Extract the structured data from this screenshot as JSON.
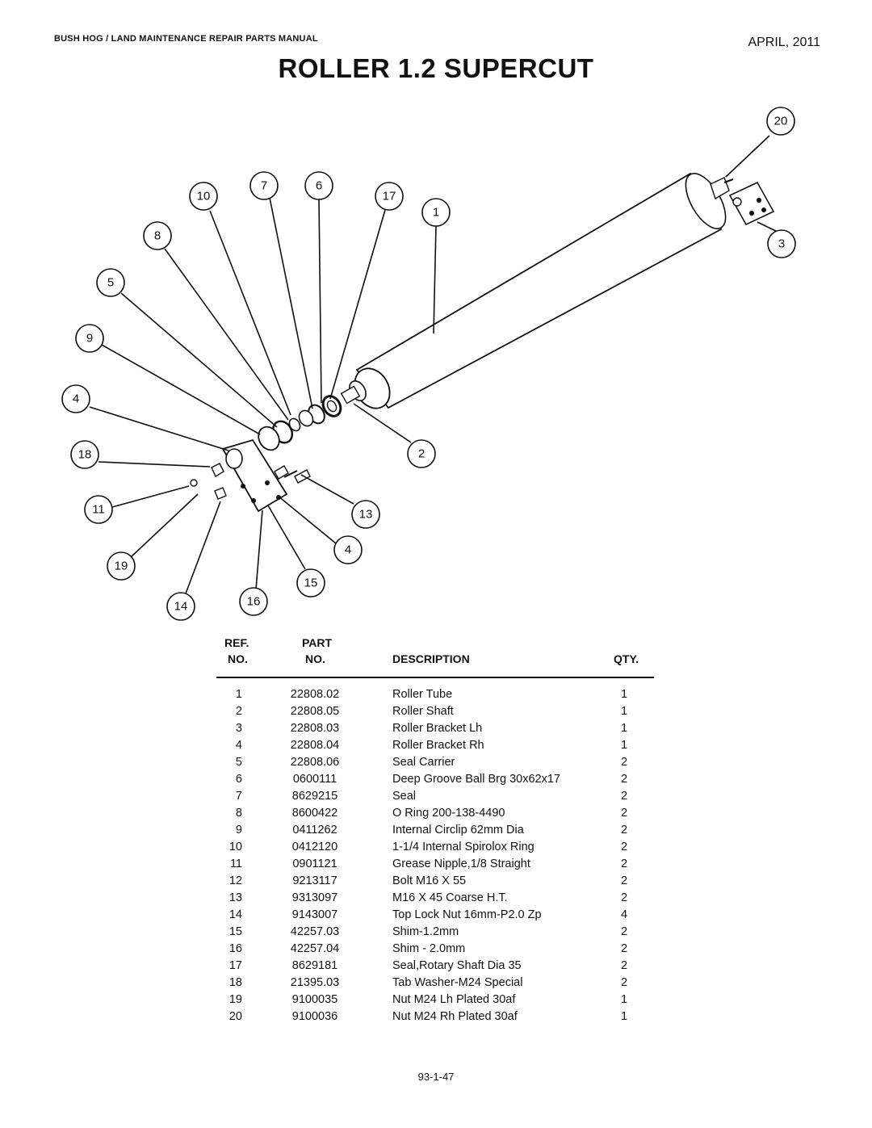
{
  "header": {
    "manual_title": "BUSH HOG / LAND MAINTENANCE REPAIR PARTS MANUAL",
    "date": "APRIL, 2011",
    "page_title": "ROLLER 1.2 SUPERCUT"
  },
  "diagram": {
    "callouts": [
      "20",
      "10",
      "7",
      "6",
      "17",
      "1",
      "8",
      "3",
      "5",
      "9",
      "4",
      "18",
      "2",
      "11",
      "13",
      "4",
      "19",
      "15",
      "14",
      "16"
    ]
  },
  "table": {
    "headers": {
      "ref_line1": "REF.",
      "ref_line2": "NO.",
      "part_line1": "PART",
      "part_line2": "NO.",
      "description": "DESCRIPTION",
      "qty": "QTY."
    },
    "rows": [
      {
        "ref": "1",
        "part": "22808.02",
        "desc": "Roller Tube",
        "qty": "1"
      },
      {
        "ref": "2",
        "part": "22808.05",
        "desc": "Roller Shaft",
        "qty": "1"
      },
      {
        "ref": "3",
        "part": "22808.03",
        "desc": "Roller Bracket  Lh",
        "qty": "1"
      },
      {
        "ref": "4",
        "part": "22808.04",
        "desc": "Roller Bracket Rh",
        "qty": "1"
      },
      {
        "ref": "5",
        "part": "22808.06",
        "desc": "Seal Carrier",
        "qty": "2"
      },
      {
        "ref": "6",
        "part": "0600111",
        "desc": "Deep Groove Ball Brg 30x62x17",
        "qty": "2"
      },
      {
        "ref": "7",
        "part": "8629215",
        "desc": "Seal",
        "qty": "2"
      },
      {
        "ref": "8",
        "part": "8600422",
        "desc": "O Ring 200-138-4490",
        "qty": "2"
      },
      {
        "ref": "9",
        "part": "0411262",
        "desc": "Internal Circlip 62mm Dia",
        "qty": "2"
      },
      {
        "ref": "10",
        "part": "0412120",
        "desc": "1-1/4 Internal Spirolox Ring",
        "qty": "2"
      },
      {
        "ref": "11",
        "part": "0901121",
        "desc": "Grease Nipple,1/8 Straight",
        "qty": "2"
      },
      {
        "ref": "12",
        "part": "9213117",
        "desc": "Bolt M16 X 55",
        "qty": "2"
      },
      {
        "ref": "13",
        "part": "9313097",
        "desc": "M16 X 45 Coarse H.T.",
        "qty": "2"
      },
      {
        "ref": "14",
        "part": "9143007",
        "desc": "Top Lock Nut 16mm-P2.0  Zp",
        "qty": "4"
      },
      {
        "ref": "15",
        "part": "42257.03",
        "desc": "Shim-1.2mm",
        "qty": "2"
      },
      {
        "ref": "16",
        "part": "42257.04",
        "desc": "Shim - 2.0mm",
        "qty": "2"
      },
      {
        "ref": "17",
        "part": "8629181",
        "desc": "Seal,Rotary Shaft Dia 35",
        "qty": "2"
      },
      {
        "ref": "18",
        "part": "21395.03",
        "desc": "Tab Washer-M24 Special",
        "qty": "2"
      },
      {
        "ref": "19",
        "part": "9100035",
        "desc": "Nut M24 Lh Plated 30af",
        "qty": "1"
      },
      {
        "ref": "20",
        "part": "9100036",
        "desc": "Nut M24 Rh Plated 30af",
        "qty": "1"
      }
    ]
  },
  "footer": {
    "page_number": "93-1-47"
  }
}
